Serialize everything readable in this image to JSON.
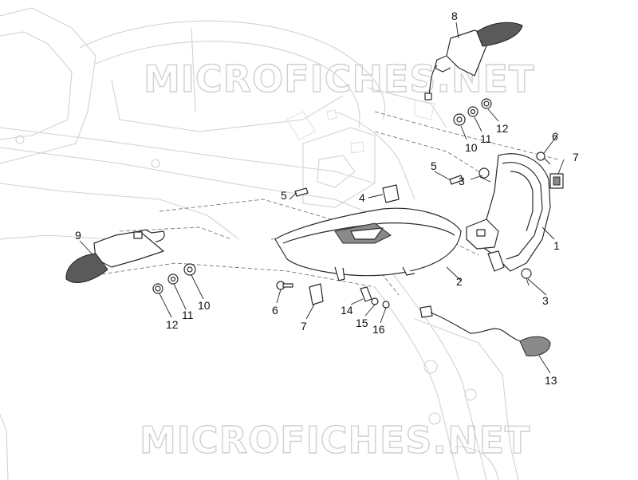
{
  "watermark": {
    "text": "MICROFICHES.NET"
  },
  "callouts": [
    {
      "id": "c1",
      "label": "1"
    },
    {
      "id": "c2",
      "label": "2"
    },
    {
      "id": "c3a",
      "label": "3"
    },
    {
      "id": "c3b",
      "label": "3"
    },
    {
      "id": "c4",
      "label": "4"
    },
    {
      "id": "c5a",
      "label": "5"
    },
    {
      "id": "c5b",
      "label": "5"
    },
    {
      "id": "c6a",
      "label": "6"
    },
    {
      "id": "c6b",
      "label": "6"
    },
    {
      "id": "c7a",
      "label": "7"
    },
    {
      "id": "c7b",
      "label": "7"
    },
    {
      "id": "c8",
      "label": "8"
    },
    {
      "id": "c9",
      "label": "9"
    },
    {
      "id": "c10a",
      "label": "10"
    },
    {
      "id": "c10b",
      "label": "10"
    },
    {
      "id": "c11a",
      "label": "11"
    },
    {
      "id": "c11b",
      "label": "11"
    },
    {
      "id": "c12a",
      "label": "12"
    },
    {
      "id": "c12b",
      "label": "12"
    },
    {
      "id": "c13",
      "label": "13"
    },
    {
      "id": "c14",
      "label": "14"
    },
    {
      "id": "c15",
      "label": "15"
    },
    {
      "id": "c16",
      "label": "16"
    }
  ]
}
